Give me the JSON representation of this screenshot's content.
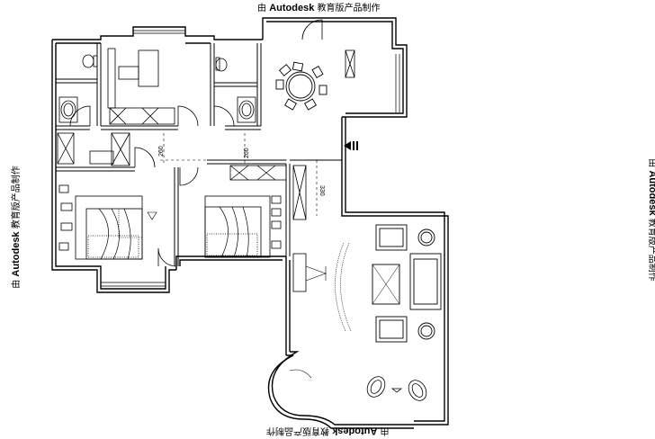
{
  "watermark": {
    "prefix": "由 ",
    "brand": "Autodesk",
    "suffix": " 教育版产品制作"
  },
  "dimensions": {
    "d1": "260",
    "d2": "260",
    "d3": "330"
  },
  "colors": {
    "line": "#000000",
    "background": "#ffffff"
  },
  "icons": [
    "entry-arrow-icon",
    "dining-table-icon",
    "bed-icon",
    "sofa-icon",
    "toilet-icon",
    "lounge-chair-icon"
  ]
}
